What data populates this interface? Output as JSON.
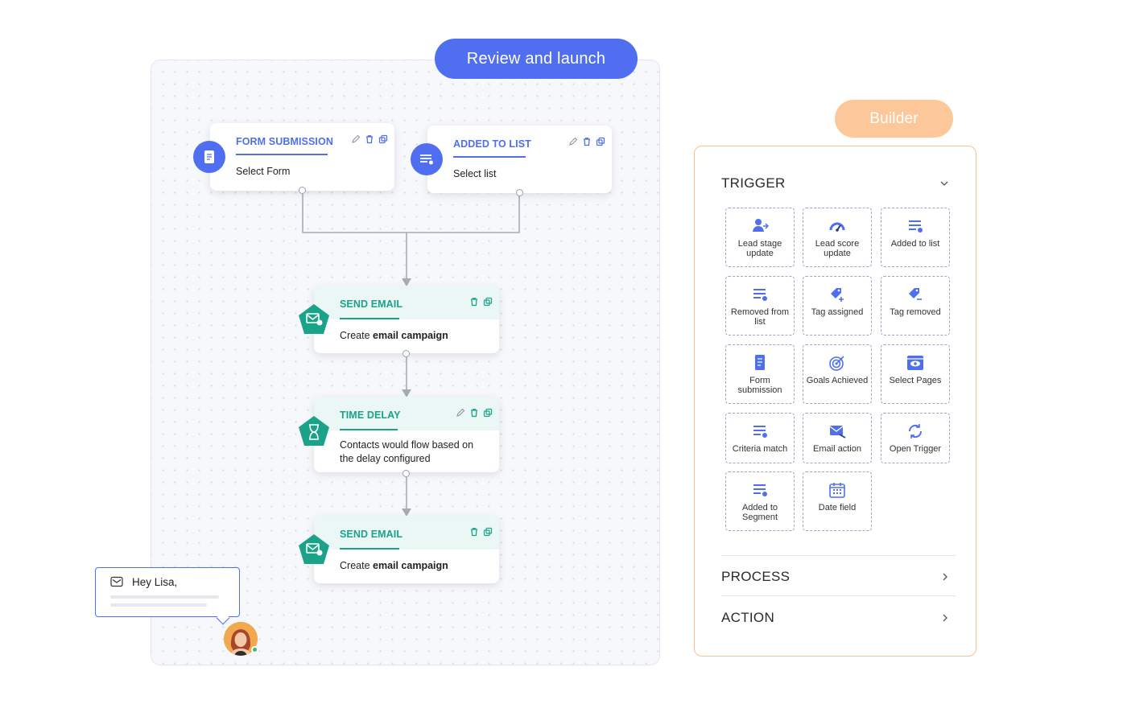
{
  "canvas": {
    "review_label": "Review and launch",
    "nodes": {
      "form_submission": {
        "title": "FORM SUBMISSION",
        "body": "Select Form"
      },
      "added_to_list": {
        "title": "ADDED TO LIST",
        "body": "Select list"
      },
      "send_email_1": {
        "title": "SEND EMAIL",
        "body_prefix": "Create ",
        "body_bold": "email campaign"
      },
      "time_delay": {
        "title": "TIME DELAY",
        "body": "Contacts would flow based on the delay configured"
      },
      "send_email_2": {
        "title": "SEND EMAIL",
        "body_prefix": "Create ",
        "body_bold": "email campaign"
      }
    },
    "bubble": {
      "greeting": "Hey Lisa,"
    }
  },
  "builder": {
    "label": "Builder",
    "sections": {
      "trigger": "TRIGGER",
      "process": "PROCESS",
      "action": "ACTION"
    },
    "tiles": [
      {
        "label": "Lead stage update",
        "icon": "user-stage-icon"
      },
      {
        "label": "Lead score update",
        "icon": "gauge-icon"
      },
      {
        "label": "Added to list",
        "icon": "list-add-icon"
      },
      {
        "label": "Removed from list",
        "icon": "list-remove-icon"
      },
      {
        "label": "Tag assigned",
        "icon": "tag-add-icon"
      },
      {
        "label": "Tag removed",
        "icon": "tag-remove-icon"
      },
      {
        "label": "Form submission",
        "icon": "form-icon"
      },
      {
        "label": "Goals Achieved",
        "icon": "target-icon"
      },
      {
        "label": "Select Pages",
        "icon": "page-eye-icon"
      },
      {
        "label": "Criteria match",
        "icon": "criteria-icon"
      },
      {
        "label": "Email action",
        "icon": "email-action-icon"
      },
      {
        "label": "Open Trigger",
        "icon": "refresh-icon"
      },
      {
        "label": "Added to Segment",
        "icon": "segment-icon"
      },
      {
        "label": "Date field",
        "icon": "calendar-icon"
      }
    ]
  },
  "colors": {
    "accent_blue": "#4f6ef0",
    "accent_green": "#1aa389",
    "builder_orange": "#fcc899"
  }
}
